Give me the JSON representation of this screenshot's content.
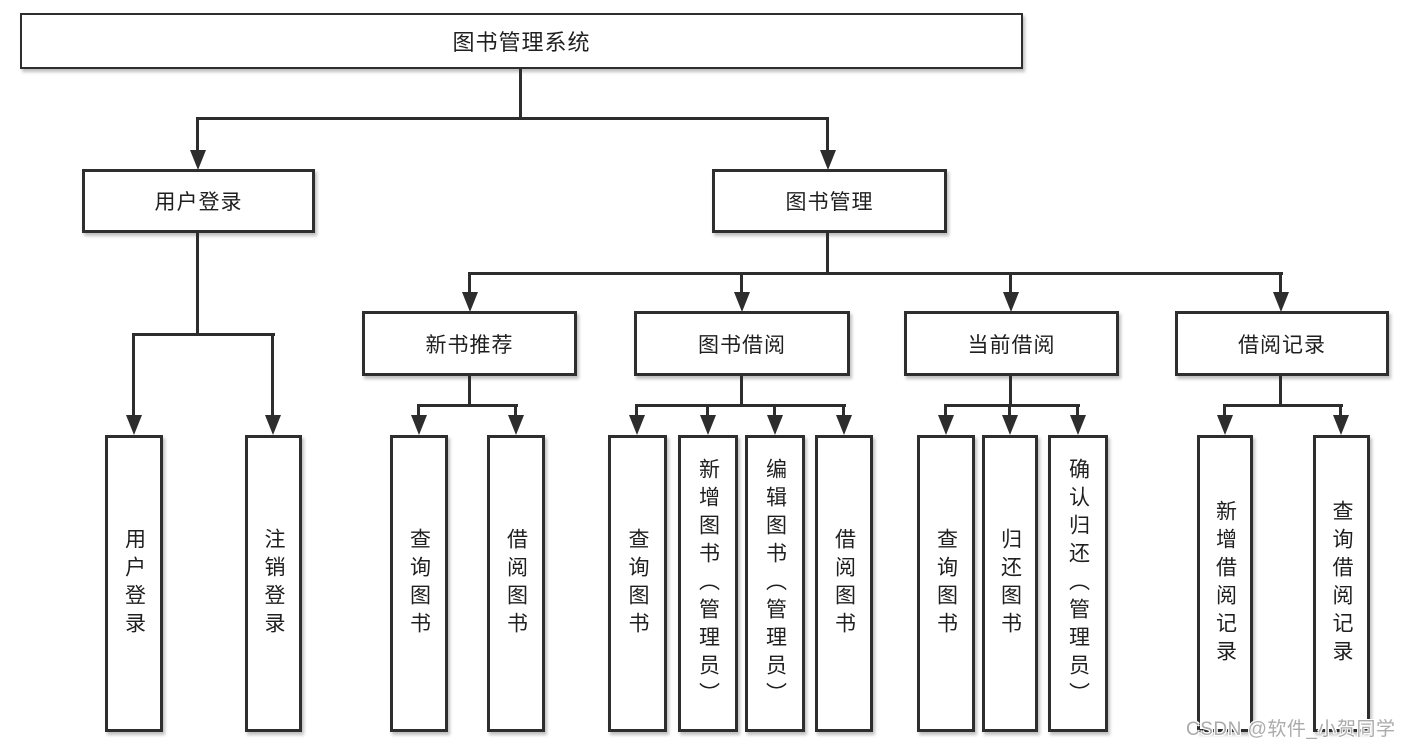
{
  "diagram": {
    "root": {
      "label": "图书管理系统"
    },
    "branches": [
      {
        "label": "用户登录",
        "children": [
          {
            "label": "用户登录"
          },
          {
            "label": "注销登录"
          }
        ]
      },
      {
        "label": "图书管理",
        "children": [
          {
            "label": "新书推荐",
            "children": [
              {
                "label": "查询图书"
              },
              {
                "label": "借阅图书"
              }
            ]
          },
          {
            "label": "图书借阅",
            "children": [
              {
                "label": "查询图书"
              },
              {
                "label": "新增图书（管理员）"
              },
              {
                "label": "编辑图书（管理员）"
              },
              {
                "label": "借阅图书"
              }
            ]
          },
          {
            "label": "当前借阅",
            "children": [
              {
                "label": "查询图书"
              },
              {
                "label": "归还图书"
              },
              {
                "label": "确认归还（管理员）"
              }
            ]
          },
          {
            "label": "借阅记录",
            "children": [
              {
                "label": "新增借阅记录"
              },
              {
                "label": "查询借阅记录"
              }
            ]
          }
        ]
      }
    ]
  },
  "watermark": {
    "text": "CSDN @软件_小贺同学"
  },
  "colors": {
    "line": "#2d2d2d",
    "box_border": "#2e2e2e",
    "text": "#1f1f1f",
    "background": "#ffffff",
    "watermark": "#ababab"
  }
}
